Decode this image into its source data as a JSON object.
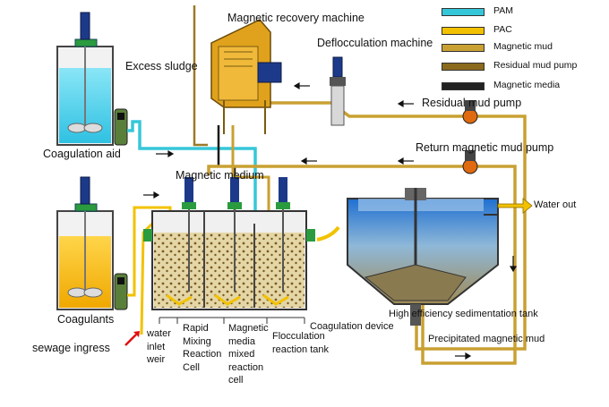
{
  "legend": [
    {
      "label": "PAM",
      "color": "#35c7d9"
    },
    {
      "label": "PAC",
      "color": "#f2c200"
    },
    {
      "label": "Magnetic mud",
      "color": "#c9a032"
    },
    {
      "label": "Residual mud pump",
      "color": "#8a6a1c"
    },
    {
      "label": "Magnetic media",
      "color": "#222222"
    }
  ],
  "labels": {
    "magnetic_recovery_machine": "Magnetic recovery machine",
    "deflocculation_machine": "Deflocculation machine",
    "excess_sludge": "Excess sludge",
    "residual_mud_pump": "Residual mud pump",
    "return_magnetic_mud_pump": "Return magnetic mud pump",
    "coagulation_aid": "Coagulation aid",
    "magnetic_medium": "Magnetic medium",
    "water_out": "Water out",
    "coagulants": "Coagulants",
    "sewage_ingress": "sewage ingress",
    "coagulation_device": "Coagulation device",
    "high_efficiency_tank": "High efficiency sedimentation tank",
    "precipitated_magnetic_mud": "Precipitated magnetic mud",
    "water_inlet_weir": "water inlet weir",
    "rapid_mixing_cell": "Rapid Mixing Reaction Cell",
    "magnetic_media_cell": "Magnetic media mixed reaction cell",
    "flocculation_tank": "Flocculation reaction tank"
  },
  "colors": {
    "pam": "#35c7d9",
    "pac": "#f2c200",
    "mud_pipe": "#c9a032",
    "sludge_fill": "#d8c79a",
    "machine": "#e0a21c",
    "motor": "#1d3a8a",
    "clear_water": "#2e7fd6",
    "tank_fill_pac": "#f5c21a",
    "tank_fill_pam": "#63d6f0"
  }
}
